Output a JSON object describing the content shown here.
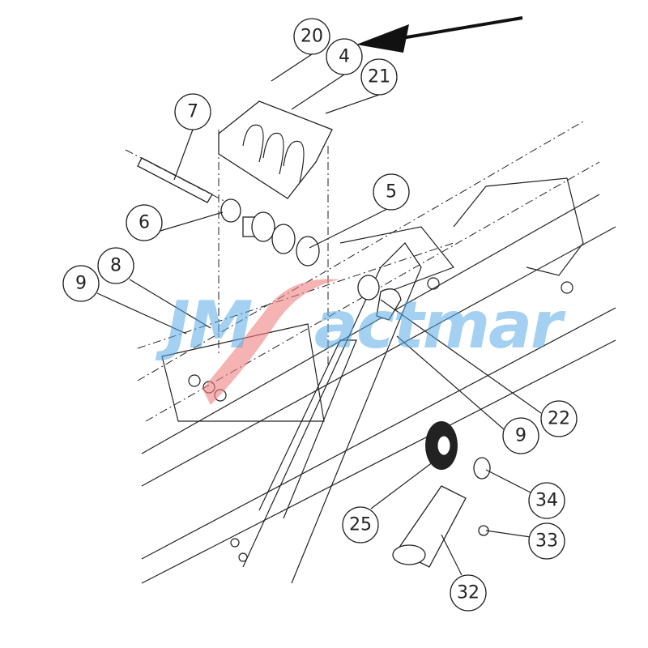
{
  "watermark": {
    "logo_text": "JMSactmar",
    "colors": {
      "blue": "#5aaae6",
      "red": "#f08080"
    }
  },
  "callouts": [
    {
      "label": "20"
    },
    {
      "label": "4"
    },
    {
      "label": "21"
    },
    {
      "label": "7"
    },
    {
      "label": "5"
    },
    {
      "label": "6"
    },
    {
      "label": "8"
    },
    {
      "label": "9"
    },
    {
      "label": "22"
    },
    {
      "label": "9"
    },
    {
      "label": "34"
    },
    {
      "label": "33"
    },
    {
      "label": "25"
    },
    {
      "label": "32"
    }
  ],
  "pointer_arrow": {
    "target": "4"
  }
}
